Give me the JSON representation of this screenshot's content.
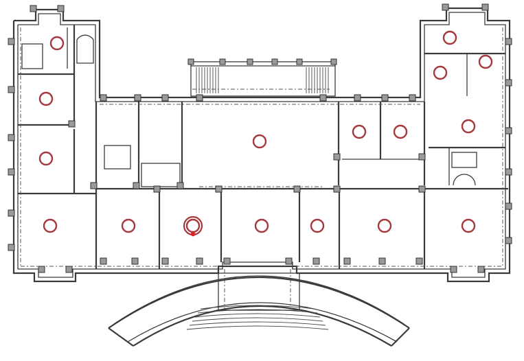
{
  "colors": {
    "marker": "#a4383c",
    "current": "#e02020",
    "wall": "#3a3a3a",
    "pier": "#9a9a9a"
  },
  "room_markers": [
    {
      "id": "n-w-corner-room"
    },
    {
      "id": "n-e-corner-room"
    },
    {
      "id": "n-e-small-room-a"
    },
    {
      "id": "n-e-small-room-b"
    },
    {
      "id": "west-upper-room"
    },
    {
      "id": "west-middle-room"
    },
    {
      "id": "north-great-hall"
    },
    {
      "id": "north-center-east-a"
    },
    {
      "id": "north-center-east-b"
    },
    {
      "id": "east-upper-room"
    },
    {
      "id": "south-west-corner-room"
    },
    {
      "id": "south-room-2"
    },
    {
      "id": "south-room-3-current",
      "current": true
    },
    {
      "id": "south-central-salon"
    },
    {
      "id": "south-room-5"
    },
    {
      "id": "south-room-6"
    },
    {
      "id": "south-east-corner-room"
    }
  ]
}
